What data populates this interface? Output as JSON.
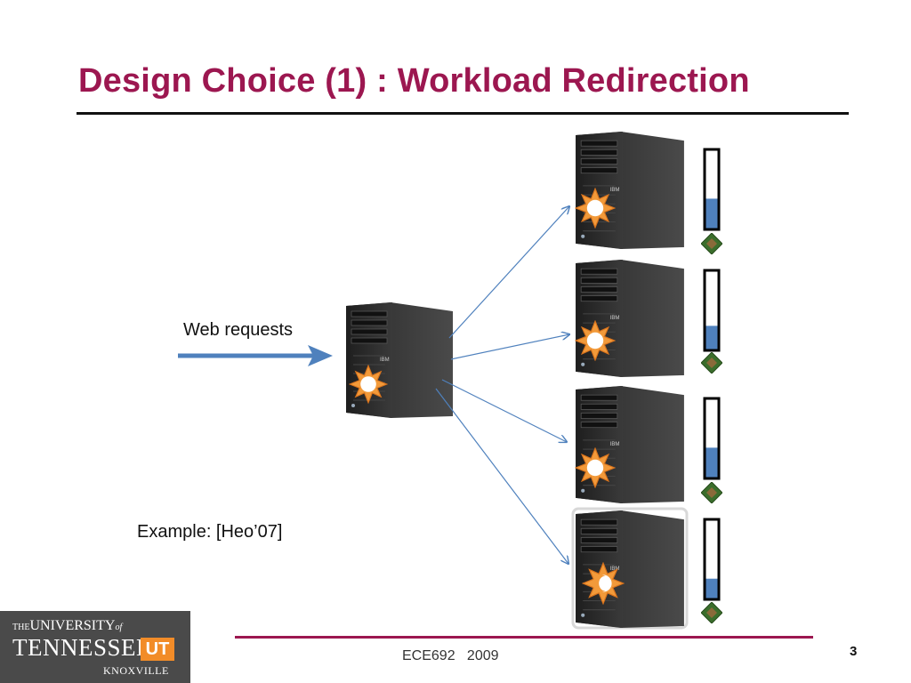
{
  "slide": {
    "title": "Design Choice (1) : Workload Redirection",
    "web_requests_label": "Web requests",
    "example_label": "Example: [Heo’07]",
    "footer": "ECE692   2009",
    "page_number": "3",
    "accent_color": "#9c1750",
    "arrow_color": "#4f81bd"
  },
  "backend_servers": [
    {
      "id": "server-1",
      "utilization": 0.38,
      "sun_icon": "sun-icon"
    },
    {
      "id": "server-2",
      "utilization": 0.3,
      "sun_icon": "sun-icon"
    },
    {
      "id": "server-3",
      "utilization": 0.38,
      "sun_icon": "sun-icon"
    },
    {
      "id": "server-4",
      "utilization": 0.25,
      "sun_icon": "sun-moon-icon"
    }
  ],
  "logo": {
    "line1_small": "THE",
    "line1": "UNIVERSITY",
    "line1_of": "of",
    "line2": "TENNESSEE",
    "mark": "UT",
    "line3": "KNOXVILLE"
  }
}
